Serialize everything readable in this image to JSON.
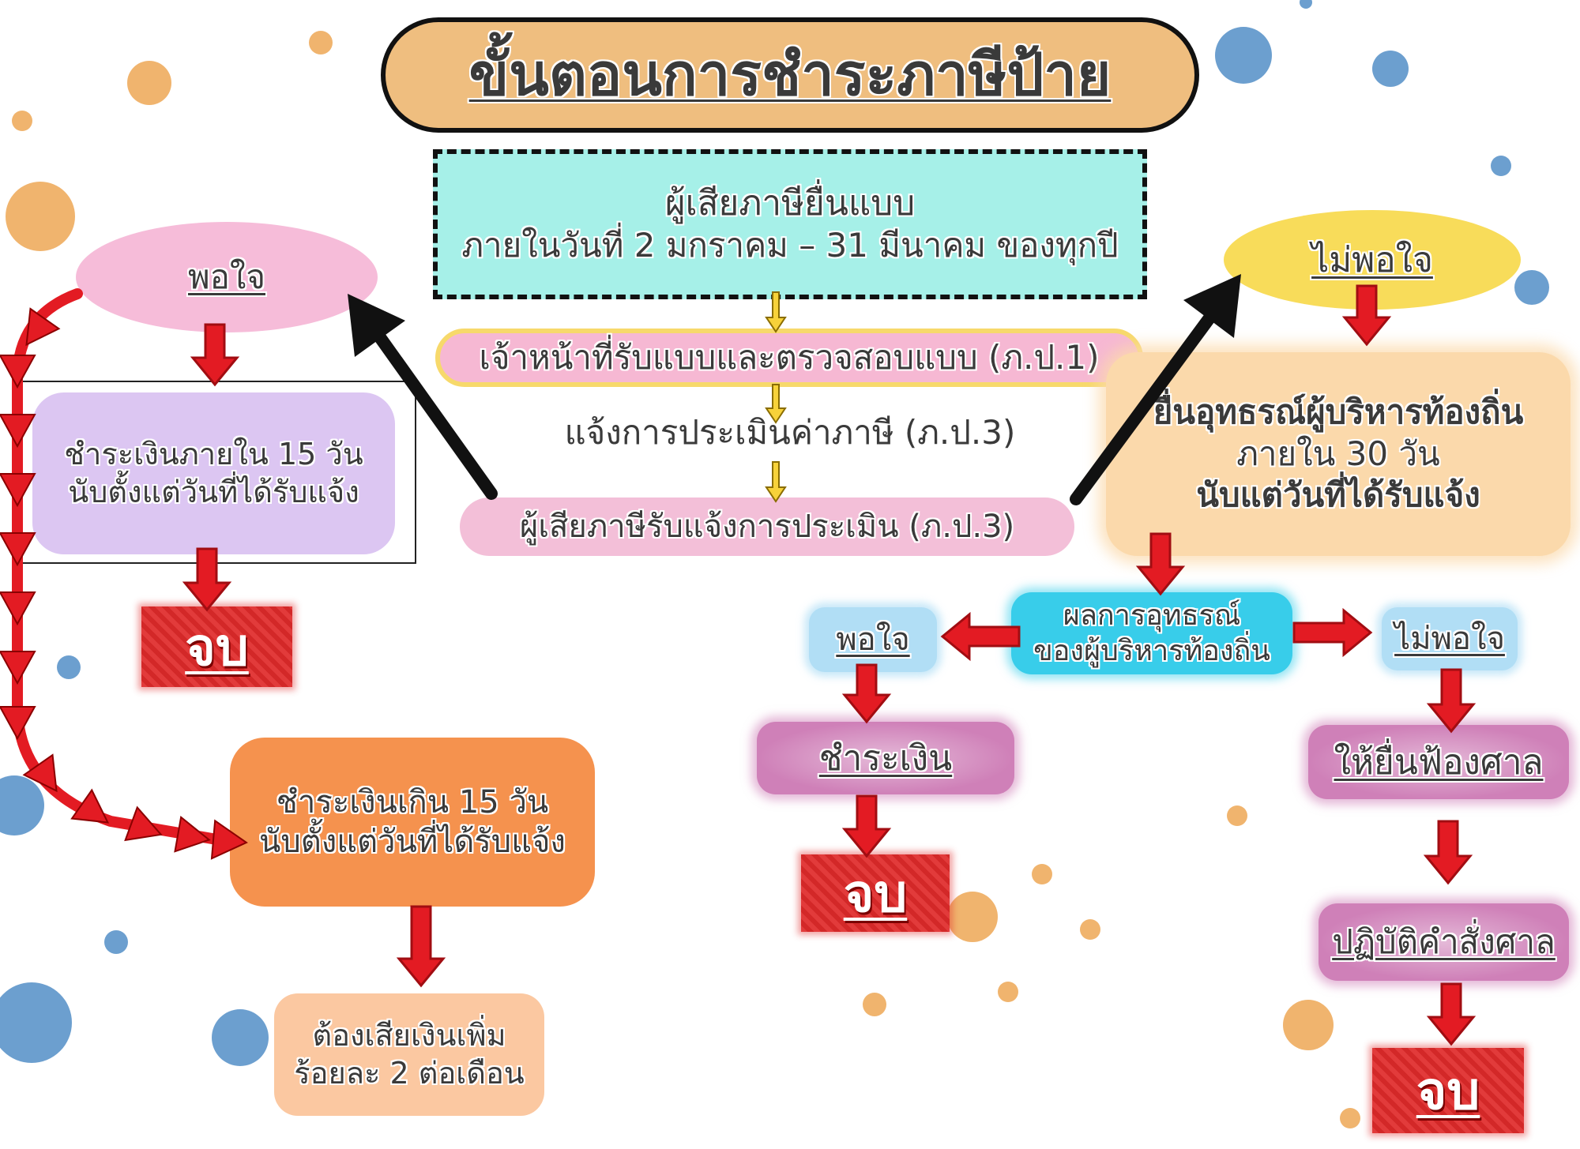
{
  "title": "ขั้นตอนการชำระภาษีป้าย",
  "steps": {
    "file": {
      "line1": "ผู้เสียภาษียื่นแบบ",
      "line2": "ภายในวันที่ 2 มกราคม – 31 มีนาคม ของทุกปี"
    },
    "check": "เจ้าหน้าที่รับแบบและตรวจสอบแบบ (ภ.ป.1)",
    "assess": "แจ้งการประเมินค่าภาษี (ภ.ป.3)",
    "receive": "ผู้เสียภาษีรับแจ้งการประเมิน (ภ.ป.3)"
  },
  "left": {
    "satisfied": "พอใจ",
    "pay_within": {
      "line1": "ชำระเงินภายใน 15 วัน",
      "line2": "นับตั้งแต่วันที่ได้รับแจ้ง"
    },
    "end": "จบ",
    "pay_late": {
      "line1": "ชำระเงินเกิน 15 วัน",
      "line2": "นับตั้งแต่วันที่ได้รับแจ้ง"
    },
    "surcharge": {
      "line1": "ต้องเสียเงินเพิ่ม",
      "line2": "ร้อยละ 2 ต่อเดือน"
    }
  },
  "right": {
    "not_satisfied": "ไม่พอใจ",
    "appeal": {
      "line1": "ยื่นอุทธรณ์ผู้บริหารท้องถิ่น",
      "line2": "ภายใน 30 วัน",
      "line3": "นับแต่วันที่ได้รับแจ้ง"
    },
    "appeal_result": {
      "line1": "ผลการอุทธรณ์",
      "line2": "ของผู้บริหารท้องถิ่น"
    },
    "result_satisfied": "พอใจ",
    "pay": "ชำระเงิน",
    "end_pay": "จบ",
    "result_not_satisfied": "ไม่พอใจ",
    "sue": "ให้ยื่นฟ้องศาล",
    "comply": "ปฏิบัติคำสั่งศาล",
    "end_court": "จบ"
  },
  "colors": {
    "title_bg": "#efbe7f",
    "file_box": "#a6f0e8",
    "check_pill": "#f6b8d3",
    "receive_pill": "#f3bfd8",
    "satisfied_ellipse": "#f6bcd9",
    "pay_within_box": "#dcc6f2",
    "pay_late_box": "#f5924e",
    "surcharge_box": "#fbc8a1",
    "not_satisfied_ellipse": "#f8dc5a",
    "appeal_box": "#fbd9ab",
    "appeal_result_box": "#38cdea",
    "result_choice": "#b1def5",
    "action_box": "#cf80b8",
    "end_box": "#e02a2a",
    "flow_arrow": "#e31b23",
    "branch_arrow": "#111111",
    "step_arrow": "#f7d23a",
    "dot_orange": "#f0b46e",
    "dot_blue": "#6c9fcf"
  }
}
